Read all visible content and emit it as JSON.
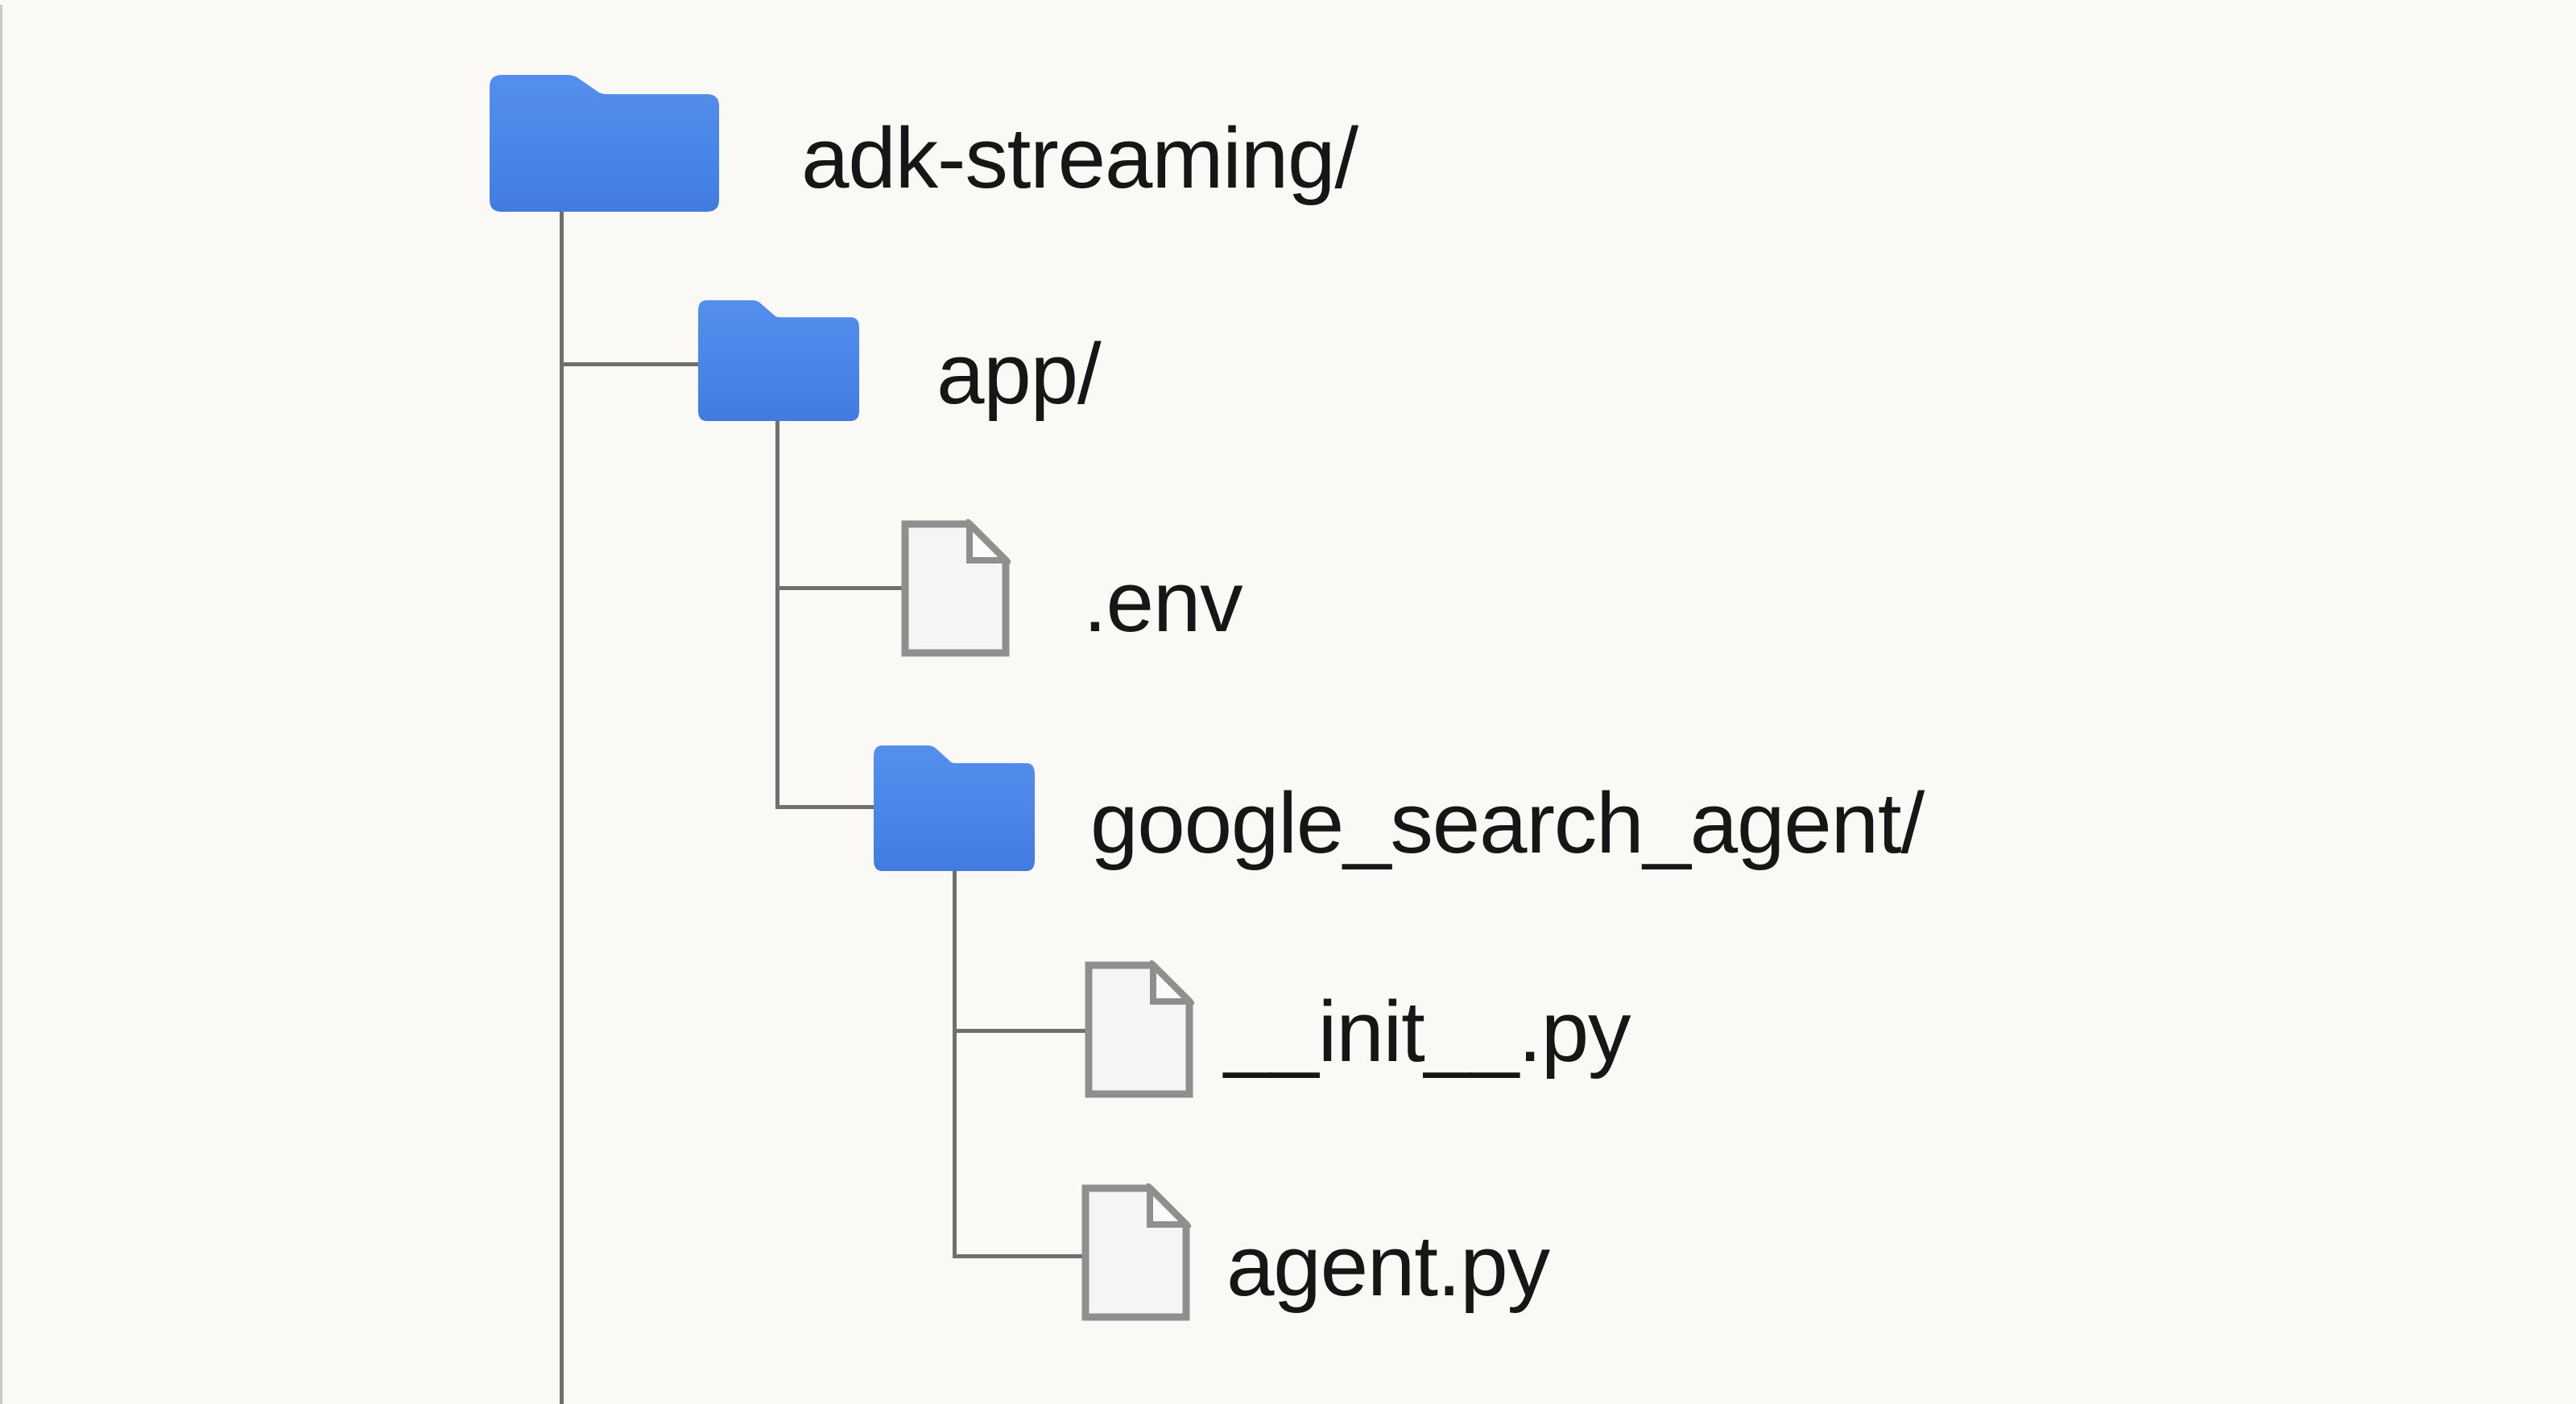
{
  "diagram": {
    "kind": "file-tree",
    "root_trunk_runs_off_bottom": true,
    "palette": {
      "background": "#FAF9F6",
      "tree_line": "#6F6F6F",
      "folder_blue": "#4A86E8",
      "folder_blue_top": "#548FEC",
      "folder_blue_bottom": "#417BE0",
      "file_fill": "#F5F5F3",
      "file_fold_fill": "#FBFBFA",
      "file_stroke": "#8F8F8F",
      "text": "#161616",
      "edge_artifact": "#BDBDBD"
    },
    "tree": {
      "nodes": [
        {
          "label": "adk-streaming/",
          "type": "folder",
          "icon": "folder-icon",
          "depth": 0
        },
        {
          "label": "app/",
          "type": "folder",
          "icon": "folder-icon",
          "depth": 1
        },
        {
          "label": ".env",
          "type": "file",
          "icon": "file-icon",
          "depth": 2
        },
        {
          "label": "google_search_agent/",
          "type": "folder",
          "icon": "folder-icon",
          "depth": 2
        },
        {
          "label": "__init__.py",
          "type": "file",
          "icon": "file-icon",
          "depth": 3
        },
        {
          "label": "agent.py",
          "type": "file",
          "icon": "file-icon",
          "depth": 3
        }
      ]
    }
  }
}
